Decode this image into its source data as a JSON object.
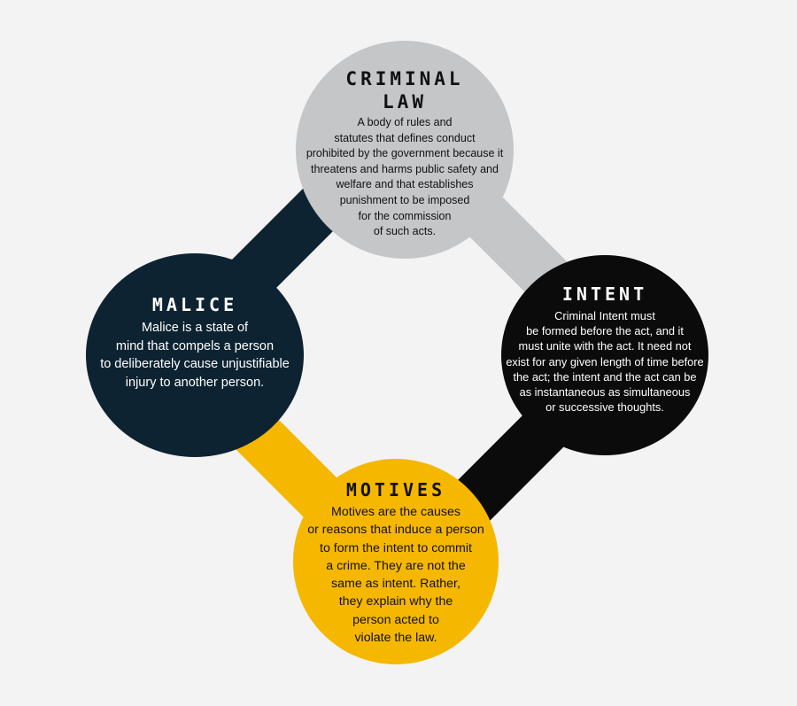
{
  "colors": {
    "background": "#f3f3f3",
    "criminal_law": "#c5c6c8",
    "malice": "#0d2332",
    "intent": "#0b0b0b",
    "motives": "#f5b700"
  },
  "criminal_law": {
    "title": "CRIMINAL\nLAW",
    "body": "A body of rules and\nstatutes that defines conduct\nprohibited by the government because it\nthreatens and harms public safety and\nwelfare and that establishes\npunishment to be imposed\nfor the commission\nof such acts."
  },
  "malice": {
    "title": "MALICE",
    "body": "Malice is a state of\nmind that compels a person\nto deliberately cause unjustifiable\ninjury to another person."
  },
  "intent": {
    "title": "INTENT",
    "body": "Criminal Intent must\nbe formed before the act, and it\nmust unite with the act.  It need not\nexist for any given length of time before\nthe act;  the intent and the act can be\nas instantaneous as simultaneous\nor successive thoughts."
  },
  "motives": {
    "title": "MOTIVES",
    "body": "Motives are the causes\nor reasons that induce a person\nto form the intent to commit\na crime.  They are not the\nsame as intent.  Rather,\nthey explain why the\nperson acted to\nviolate the law."
  }
}
